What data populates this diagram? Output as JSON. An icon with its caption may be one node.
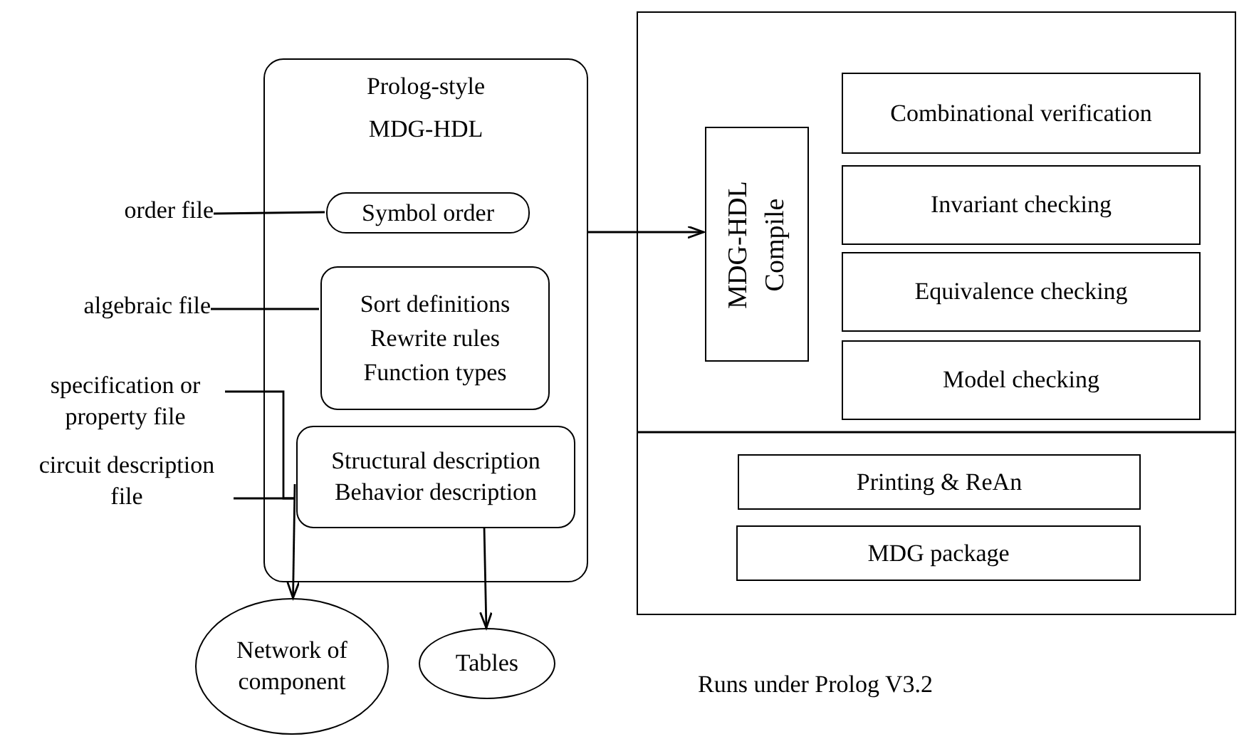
{
  "diagram": {
    "nodes": [
      {
        "text": [
          "Prolog-style MDG-HDL"
        ]
      },
      {
        "text": [
          "Symbol order"
        ],
        "in": 0
      },
      {
        "text": [
          "Sort definitions",
          "Rewrite rules",
          "Function types"
        ],
        "in": 0
      },
      {
        "text": [
          "Structural description",
          "Behavior description"
        ],
        "in": 0
      },
      {
        "text": [
          "order file"
        ]
      },
      {
        "text": [
          "algebraic file"
        ]
      },
      {
        "text": [
          "specification or property file"
        ]
      },
      {
        "text": [
          "circuit description file"
        ]
      },
      {
        "text": [
          "Network of component"
        ]
      },
      {
        "text": [
          "Tables"
        ]
      },
      {
        "text": [],
        "shape": "box"
      },
      {
        "text": [
          "MDG-HDL Compile"
        ],
        "in": 10
      },
      {
        "text": [
          "Combinational verification"
        ],
        "in": 10
      },
      {
        "text": [
          "Invariant checking"
        ],
        "in": 10
      },
      {
        "text": [
          "Equivalence checking"
        ],
        "in": 10
      },
      {
        "text": [
          "Model checking"
        ],
        "in": 10
      },
      {
        "text": [
          "Printing & ReAn"
        ],
        "in": 10
      },
      {
        "text": [
          "MDG package"
        ],
        "in": 10
      }
    ],
    "edges": [
      {
        "from": 4,
        "to": 1,
        "arrow": "none"
      },
      {
        "from": 5,
        "to": 2,
        "arrow": "none"
      },
      {
        "from": 6,
        "to": 3,
        "arrow": "none"
      },
      {
        "from": 7,
        "to": 3,
        "arrow": "none"
      },
      {
        "from": 0,
        "to": 11,
        "arrow": "to"
      },
      {
        "from": 3,
        "to": 8,
        "arrow": "to"
      },
      {
        "from": 3,
        "to": 9,
        "arrow": "to"
      }
    ],
    "labels": [
      "Runs under Prolog V3.2"
    ]
  }
}
